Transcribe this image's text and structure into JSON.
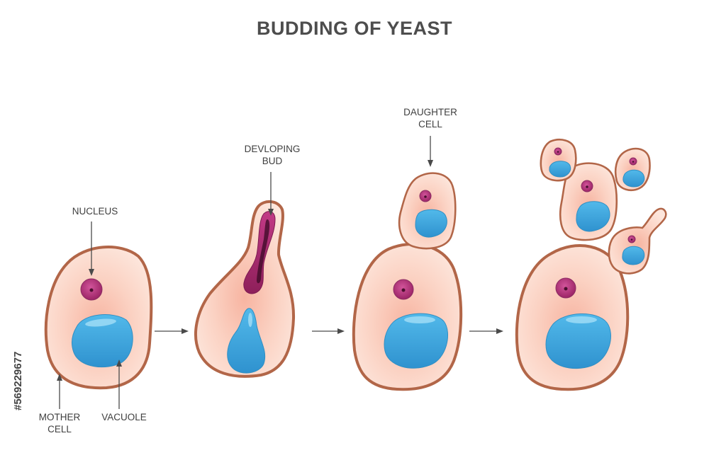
{
  "title": "BUDDING OF YEAST",
  "labels": {
    "nucleus": "NUCLEUS",
    "mother_cell_line1": "MOTHER",
    "mother_cell_line2": "CELL",
    "vacuole": "VACUOLE",
    "developing_bud_line1": "DEVLOPING",
    "developing_bud_line2": "BUD",
    "daughter_cell_line1": "DAUGHTER",
    "daughter_cell_line2": "CELL"
  },
  "watermark": {
    "stock_id": "#569229677"
  },
  "colors": {
    "cytoplasm_light": "#fde1d6",
    "cytoplasm_dark": "#f6b9a6",
    "cell_wall": "#b26648",
    "vacuole": "#3ba3db",
    "vacuole_highlight": "#9fdcf6",
    "nucleus": "#b3307a",
    "nucleolus": "#4a0f2e",
    "title": "#4d4d4d"
  }
}
